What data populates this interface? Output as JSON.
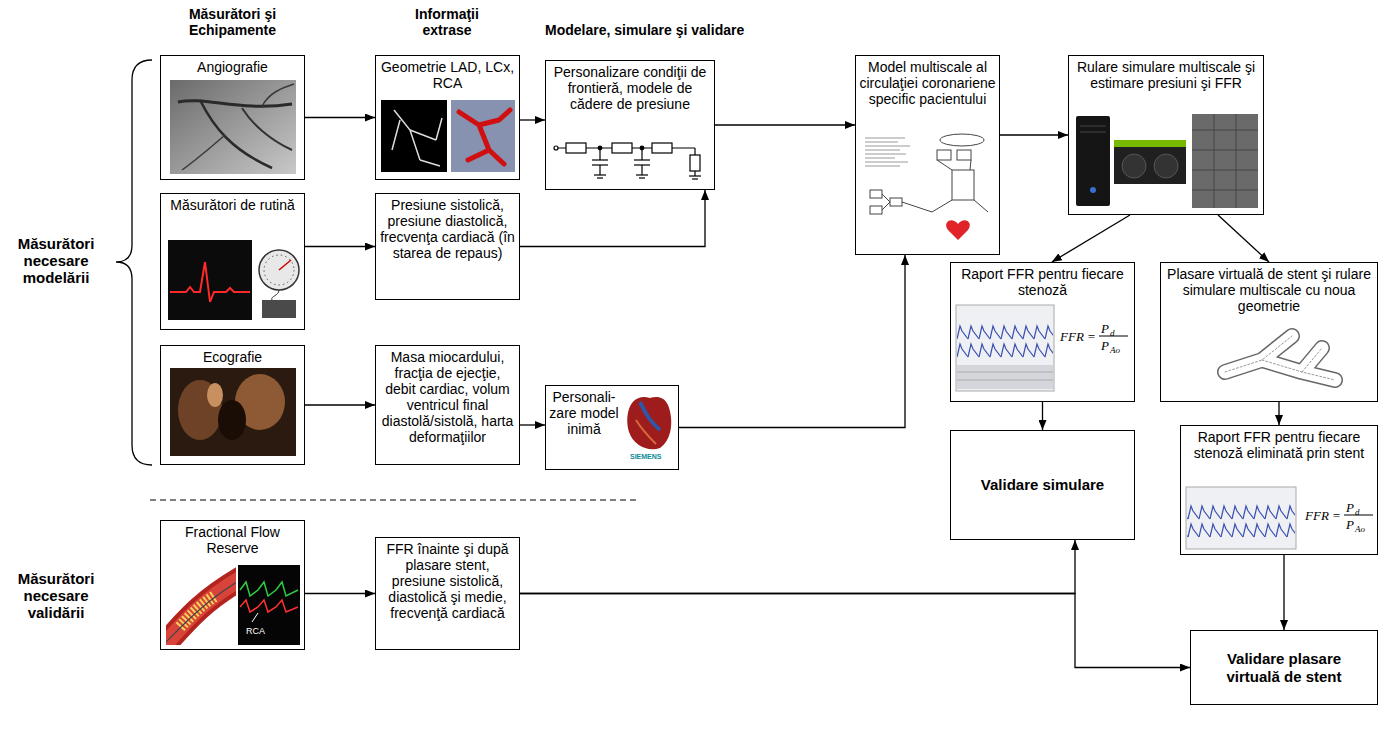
{
  "diagram": {
    "nodes": [
      {
        "text": [
          "Angiografie"
        ]
      },
      {
        "text": [
          "Geometrie LAD, LCx, RCA"
        ]
      },
      {
        "text": [
          "Personalizare condiţii de frontieră, modele de cădere de presiune"
        ]
      },
      {
        "text": [
          "Model multiscale al circulaţiei coronariene specific pacientului"
        ]
      },
      {
        "text": [
          "Rulare simulare multiscale şi estimare presiuni şi FFR"
        ]
      },
      {
        "text": [
          "Măsurători de rutină"
        ]
      },
      {
        "text": [
          "Presiune sistolică, presiune diastolică, frecvenţa cardiacă (în starea de repaus)"
        ]
      },
      {
        "text": [
          "Ecografie"
        ]
      },
      {
        "text": [
          "Masa miocardului, fracţia de ejecţie, debit cardiac, volum ventricul final diastolă/sistolă, harta deformaţiilor"
        ]
      },
      {
        "text": [
          "Personali- zare model inimă"
        ]
      },
      {
        "text": [
          "Raport FFR pentru fiecare stenoză"
        ]
      },
      {
        "text": [
          "Plasare virtuală de stent şi rulare simulare multiscale cu noua geometrie"
        ]
      },
      {
        "text": [
          "Validare simulare"
        ]
      },
      {
        "text": [
          "Raport FFR pentru fiecare stenoză eliminată prin stent"
        ]
      },
      {
        "text": [
          "Validare plasare virtuală de stent"
        ]
      },
      {
        "text": [
          "Fractional Flow Reserve"
        ]
      },
      {
        "text": [
          "FFR înainte şi după plasare stent, presiune sistolică, diastolică şi medie, frecvenţă cardiacă"
        ]
      }
    ],
    "edges": [
      {
        "from": 0,
        "to": 1,
        "arrow": "to"
      },
      {
        "from": 1,
        "to": 2,
        "arrow": "to"
      },
      {
        "from": 6,
        "to": 2,
        "arrow": "to"
      },
      {
        "from": 5,
        "to": 6,
        "arrow": "to"
      },
      {
        "from": 7,
        "to": 8,
        "arrow": "to"
      },
      {
        "from": 8,
        "to": 9,
        "arrow": "to"
      },
      {
        "from": 2,
        "to": 3,
        "arrow": "to"
      },
      {
        "from": 9,
        "to": 3,
        "arrow": "to"
      },
      {
        "from": 3,
        "to": 4,
        "arrow": "to"
      },
      {
        "from": 4,
        "to": 10,
        "arrow": "to"
      },
      {
        "from": 4,
        "to": 11,
        "arrow": "to"
      },
      {
        "from": 10,
        "to": 12,
        "arrow": "to"
      },
      {
        "from": 11,
        "to": 13,
        "arrow": "to"
      },
      {
        "from": 13,
        "to": 14,
        "arrow": "to"
      },
      {
        "from": 15,
        "to": 16,
        "arrow": "to"
      },
      {
        "from": 16,
        "to": 12,
        "arrow": "to"
      },
      {
        "from": 16,
        "to": 14,
        "arrow": "to"
      }
    ],
    "labels": [
      "Măsurători şi Echipamente",
      "Informaţii extrase",
      "Modelare, simulare şi validare",
      "Măsurători necesare modelării",
      "Măsurători necesare validării",
      "FFR =",
      "P",
      "d",
      "P",
      "Ao",
      "FFR =",
      "P",
      "d",
      "P",
      "Ao",
      "SIEMENS",
      "RCA"
    ]
  }
}
